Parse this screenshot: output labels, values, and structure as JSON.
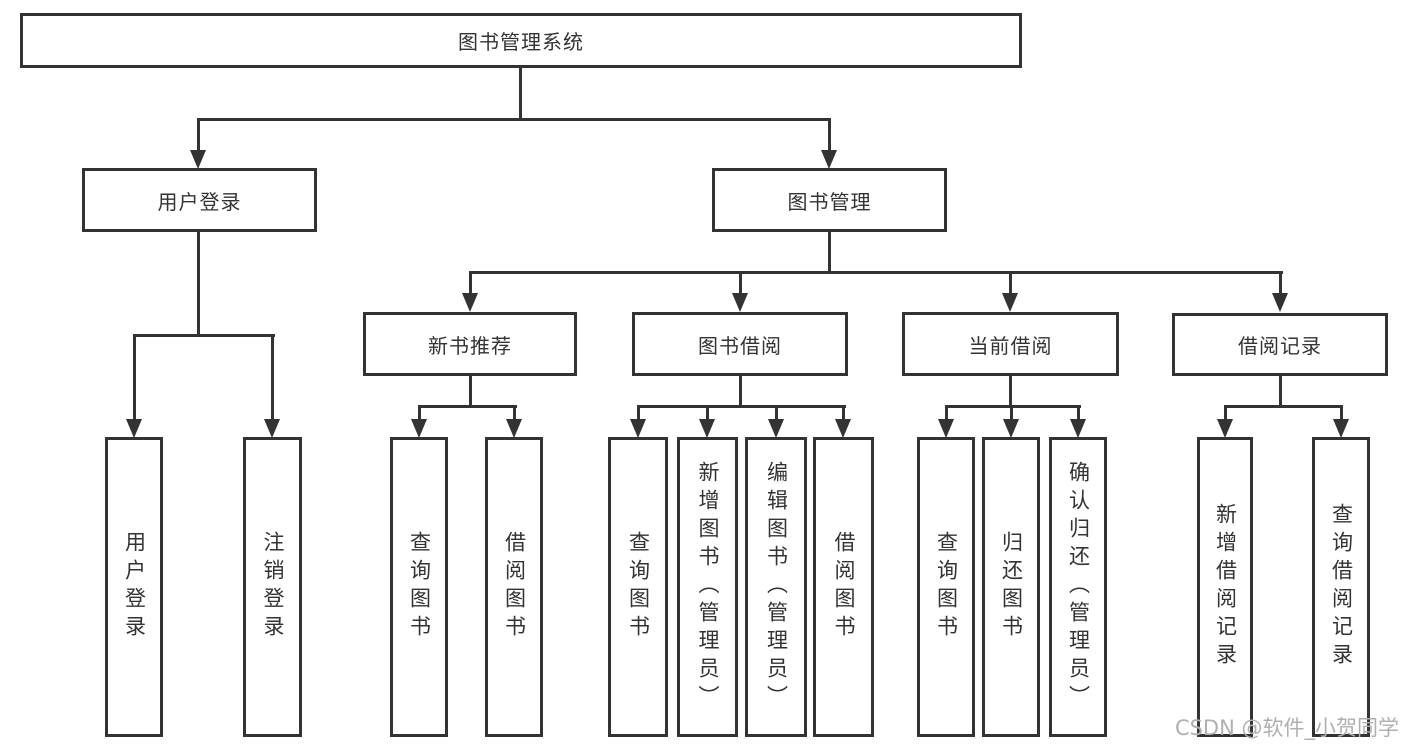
{
  "diagram_title": "图书管理系统",
  "nodes": {
    "root": {
      "label": "图书管理系统"
    },
    "user_login": {
      "label": "用户登录"
    },
    "book_management": {
      "label": "图书管理"
    },
    "new_book_recommend": {
      "label": "新书推荐"
    },
    "book_borrowing": {
      "label": "图书借阅"
    },
    "current_borrowing": {
      "label": "当前借阅"
    },
    "borrowing_records": {
      "label": "借阅记录"
    },
    "leaf_user_login": {
      "label": "用户登录"
    },
    "leaf_logout": {
      "label": "注销登录"
    },
    "leaf_recommend_query_books": {
      "label": "查询图书"
    },
    "leaf_recommend_borrow_books": {
      "label": "借阅图书"
    },
    "leaf_borrowing_query_books": {
      "label": "查询图书"
    },
    "leaf_add_books_admin": {
      "label": "新增图书（管理员）"
    },
    "leaf_edit_books_admin": {
      "label": "编辑图书（管理员）"
    },
    "leaf_borrowing_borrow_books": {
      "label": "借阅图书"
    },
    "leaf_current_query_books": {
      "label": "查询图书"
    },
    "leaf_return_books": {
      "label": "归还图书"
    },
    "leaf_confirm_return_admin": {
      "label": "确认归还（管理员）"
    },
    "leaf_add_borrow_record": {
      "label": "新增借阅记录"
    },
    "leaf_query_borrow_record": {
      "label": "查询借阅记录"
    }
  },
  "hierarchy": {
    "图书管理系统": {
      "用户登录": [
        "用户登录",
        "注销登录"
      ],
      "图书管理": {
        "新书推荐": [
          "查询图书",
          "借阅图书"
        ],
        "图书借阅": [
          "查询图书",
          "新增图书（管理员）",
          "编辑图书（管理员）",
          "借阅图书"
        ],
        "当前借阅": [
          "查询图书",
          "归还图书",
          "确认归还（管理员）"
        ],
        "借阅记录": [
          "新增借阅记录",
          "查询借阅记录"
        ]
      }
    }
  },
  "watermark": {
    "text": "CSDN @软件_小贺同学"
  },
  "colors": {
    "line": "#333333",
    "text": "#333333",
    "watermark": "#b0b0b0",
    "background": "#ffffff"
  }
}
